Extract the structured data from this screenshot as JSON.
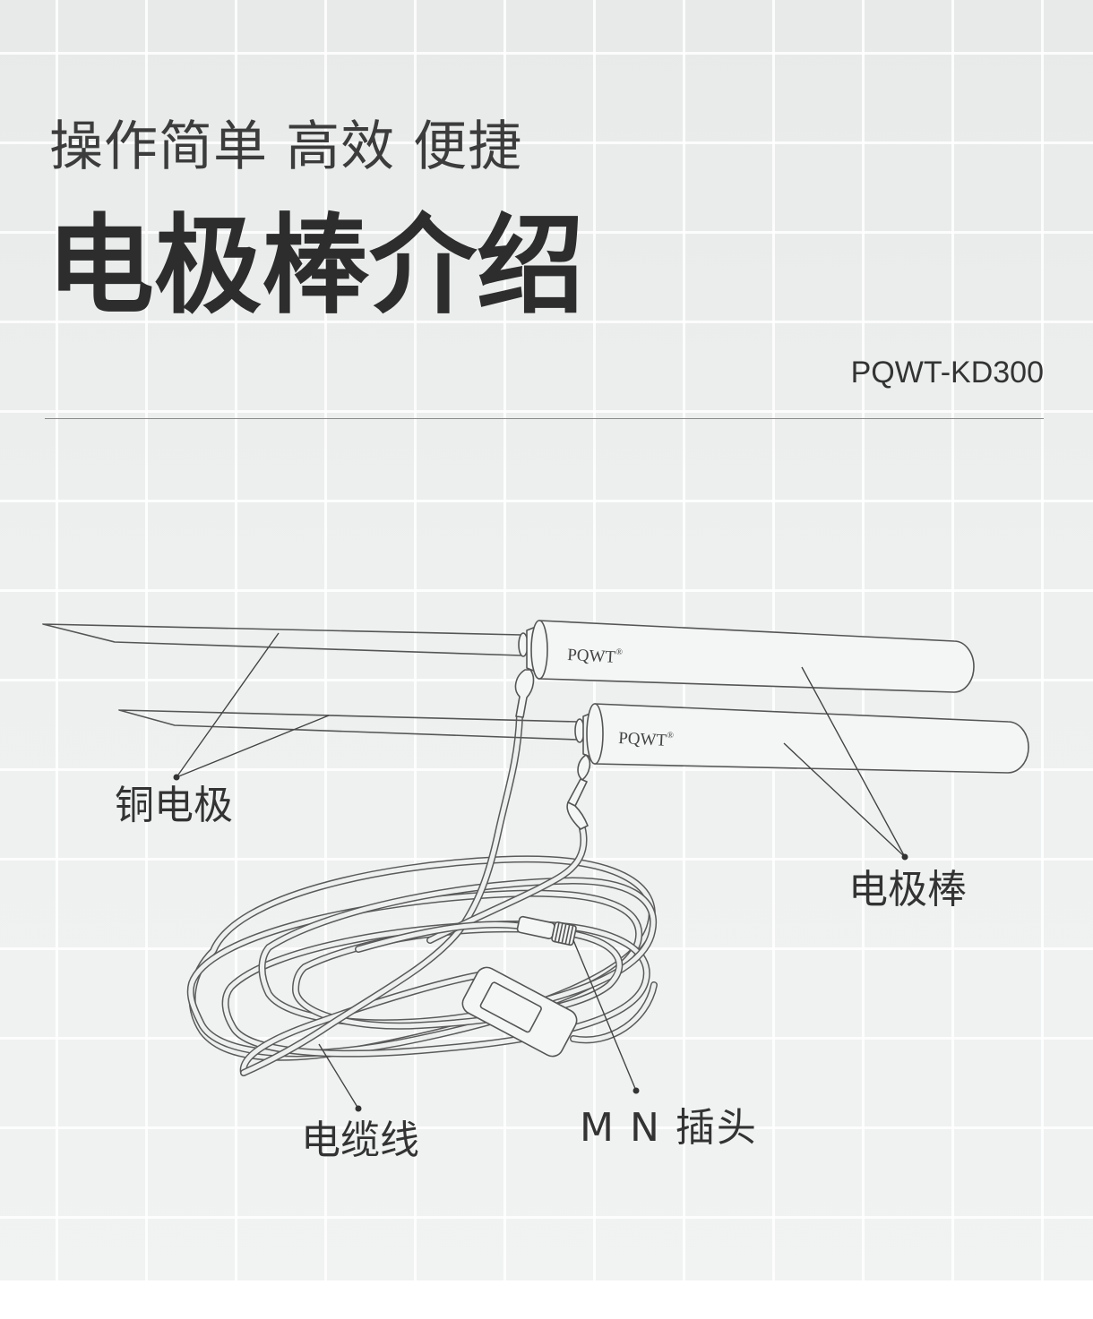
{
  "header": {
    "subtitle": "操作简单 高效 便捷",
    "title": "电极棒介绍",
    "model": "PQWT-KD300"
  },
  "diagram": {
    "rods": [
      {
        "brand": "PQWT",
        "mark": "®"
      },
      {
        "brand": "PQWT",
        "mark": "®"
      }
    ],
    "labels": {
      "copper_electrode": "铜电极",
      "electrode_rod": "电极棒",
      "cable": "电缆线",
      "mn_plug": "M N 插头"
    }
  },
  "colors": {
    "heading": "#2d2d2d",
    "subtitle": "#3c3c3c",
    "outline": "#555555",
    "background": "#eceeee",
    "grid": "#ffffff"
  }
}
